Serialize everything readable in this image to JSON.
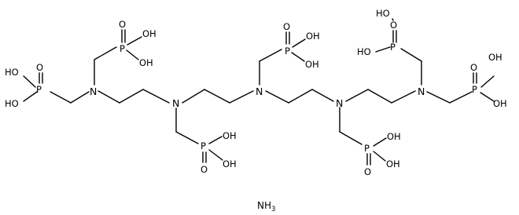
{
  "atom_labels": {
    "nitrogen": "N",
    "oxygen": "O",
    "phosphorus": "P",
    "hydroxyl": "OH",
    "hydroxyl_left": "HO"
  },
  "counterion": {
    "main": "NH",
    "subscript": "3"
  }
}
